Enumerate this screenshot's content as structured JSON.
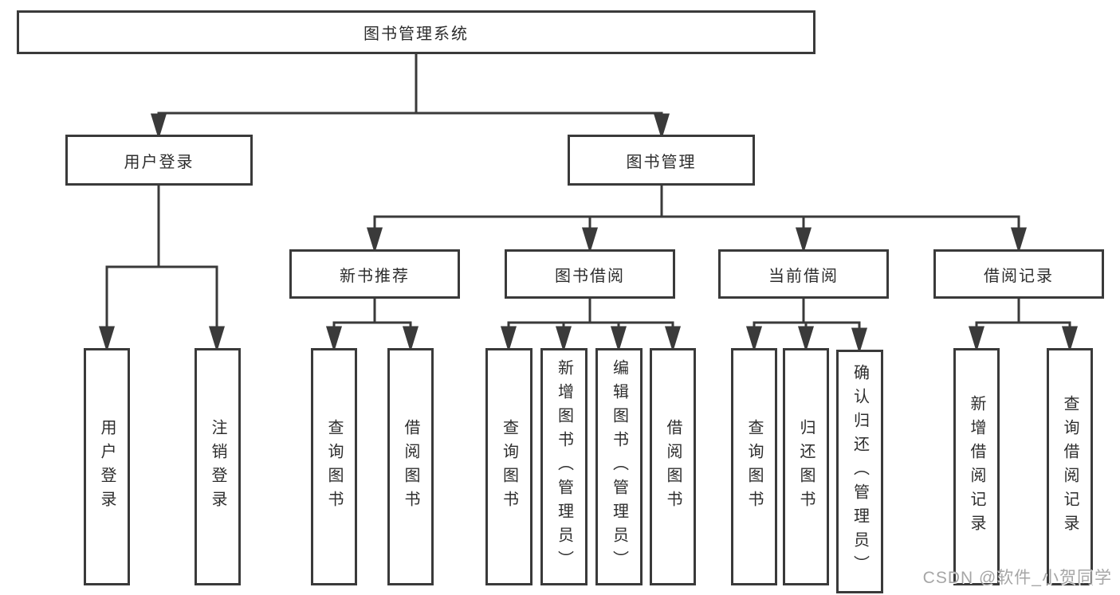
{
  "diagram": {
    "title": "图书管理系统",
    "watermark": "CSDN @软件_小贺同学",
    "nodes": {
      "root": {
        "label": "图书管理系统"
      },
      "user_login": {
        "label": "用户登录"
      },
      "book_mgmt": {
        "label": "图书管理"
      },
      "new_book_rec": {
        "label": "新书推荐"
      },
      "book_borrow": {
        "label": "图书借阅"
      },
      "current_borrow": {
        "label": "当前借阅"
      },
      "borrow_records": {
        "label": "借阅记录"
      },
      "leaf_login": {
        "label": "用户登录"
      },
      "leaf_logout": {
        "label": "注销登录"
      },
      "rec_query": {
        "label": "查询图书"
      },
      "rec_borrow": {
        "label": "借阅图书"
      },
      "bb_query": {
        "label": "查询图书"
      },
      "bb_add": {
        "label": "新增图书（管理员）"
      },
      "bb_edit": {
        "label": "编辑图书（管理员）"
      },
      "bb_borrow": {
        "label": "借阅图书"
      },
      "cb_query": {
        "label": "查询图书"
      },
      "cb_return": {
        "label": "归还图书"
      },
      "cb_confirm": {
        "label": "确认归还（管理员）"
      },
      "br_add": {
        "label": "新增借阅记录"
      },
      "br_query": {
        "label": "查询借阅记录"
      }
    },
    "edges": [
      {
        "from": "root",
        "to": "user_login"
      },
      {
        "from": "root",
        "to": "book_mgmt"
      },
      {
        "from": "user_login",
        "to": "leaf_login"
      },
      {
        "from": "user_login",
        "to": "leaf_logout"
      },
      {
        "from": "book_mgmt",
        "to": "new_book_rec"
      },
      {
        "from": "book_mgmt",
        "to": "book_borrow"
      },
      {
        "from": "book_mgmt",
        "to": "current_borrow"
      },
      {
        "from": "book_mgmt",
        "to": "borrow_records"
      },
      {
        "from": "new_book_rec",
        "to": "rec_query"
      },
      {
        "from": "new_book_rec",
        "to": "rec_borrow"
      },
      {
        "from": "book_borrow",
        "to": "bb_query"
      },
      {
        "from": "book_borrow",
        "to": "bb_add"
      },
      {
        "from": "book_borrow",
        "to": "bb_edit"
      },
      {
        "from": "book_borrow",
        "to": "bb_borrow"
      },
      {
        "from": "current_borrow",
        "to": "cb_query"
      },
      {
        "from": "current_borrow",
        "to": "cb_return"
      },
      {
        "from": "current_borrow",
        "to": "cb_confirm"
      },
      {
        "from": "borrow_records",
        "to": "br_add"
      },
      {
        "from": "borrow_records",
        "to": "br_query"
      }
    ],
    "line_color": "#3a3a3a"
  }
}
